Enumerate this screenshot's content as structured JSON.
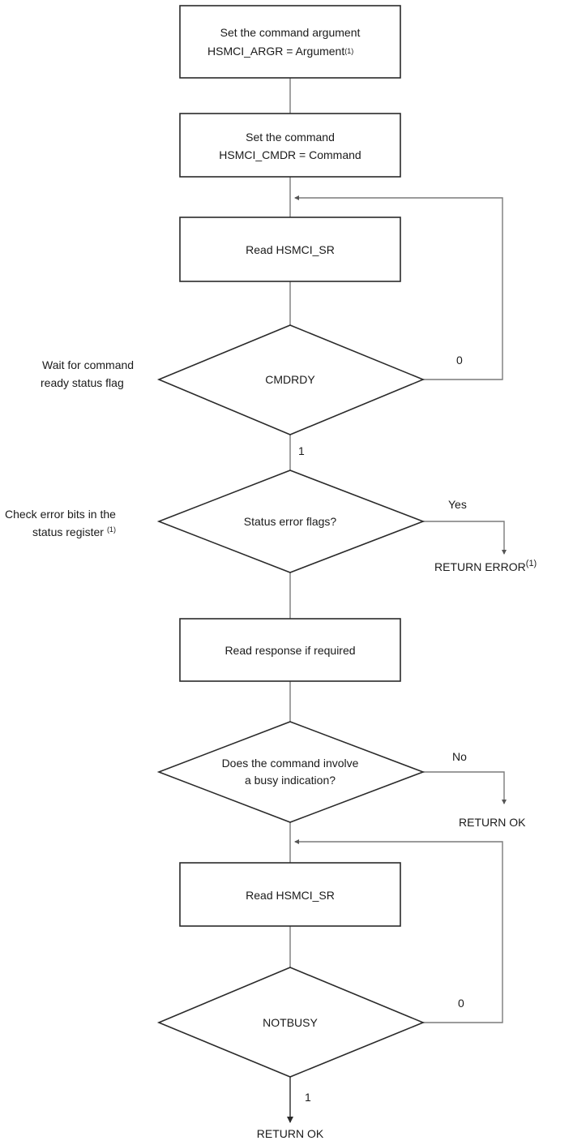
{
  "steps": {
    "set_argument": {
      "line1": "Set the command argument",
      "line2": "HSMCI_ARGR = Argument",
      "note": "(1)"
    },
    "set_command": {
      "line1": "Set the command",
      "line2": "HSMCI_CMDR = Command"
    },
    "read_sr_1": {
      "label": "Read HSMCI_SR"
    },
    "cmdrdy": {
      "label": "CMDRDY",
      "branch_loop": "0",
      "branch_next": "1"
    },
    "status_error": {
      "label": "Status error flags?",
      "branch_yes": "Yes",
      "result": "RETURN ERROR",
      "result_note": "(1)"
    },
    "read_response": {
      "label": "Read response if required"
    },
    "busy_check": {
      "line1": "Does the command involve",
      "line2": "a busy indication?",
      "branch_no": "No",
      "result": "RETURN OK"
    },
    "read_sr_2": {
      "label": "Read HSMCI_SR"
    },
    "notbusy": {
      "label": "NOTBUSY",
      "branch_loop": "0",
      "branch_next": "1"
    },
    "final": {
      "label": "RETURN OK"
    }
  },
  "annotations": {
    "wait_cmdrdy": {
      "line1": "Wait for command",
      "line2": "ready status flag"
    },
    "check_errors": {
      "line1": "Check error bits in the",
      "line2": "status register",
      "note": "(1)"
    }
  }
}
